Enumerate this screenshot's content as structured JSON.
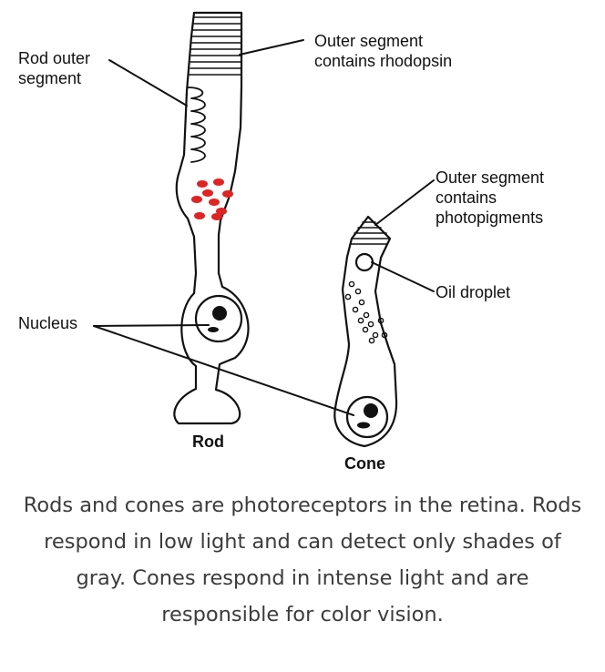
{
  "diagram": {
    "labels": {
      "rod_outer_segment": "Rod outer\nsegment",
      "outer_segment_rhodopsin": "Outer segment\ncontains rhodopsin",
      "outer_segment_photopigments": "Outer segment\ncontains\nphotopigments",
      "oil_droplet": "Oil droplet",
      "nucleus": "Nucleus",
      "rod": "Rod",
      "cone": "Cone"
    },
    "colors": {
      "ink": "#111111",
      "pigment_dots": "#e02424",
      "caption_text": "#3c3c3c"
    }
  },
  "caption": "Rods and cones are photoreceptors in the retina. Rods respond in low light and can detect only shades of gray. Cones respond in intense light and are responsible for color vision."
}
